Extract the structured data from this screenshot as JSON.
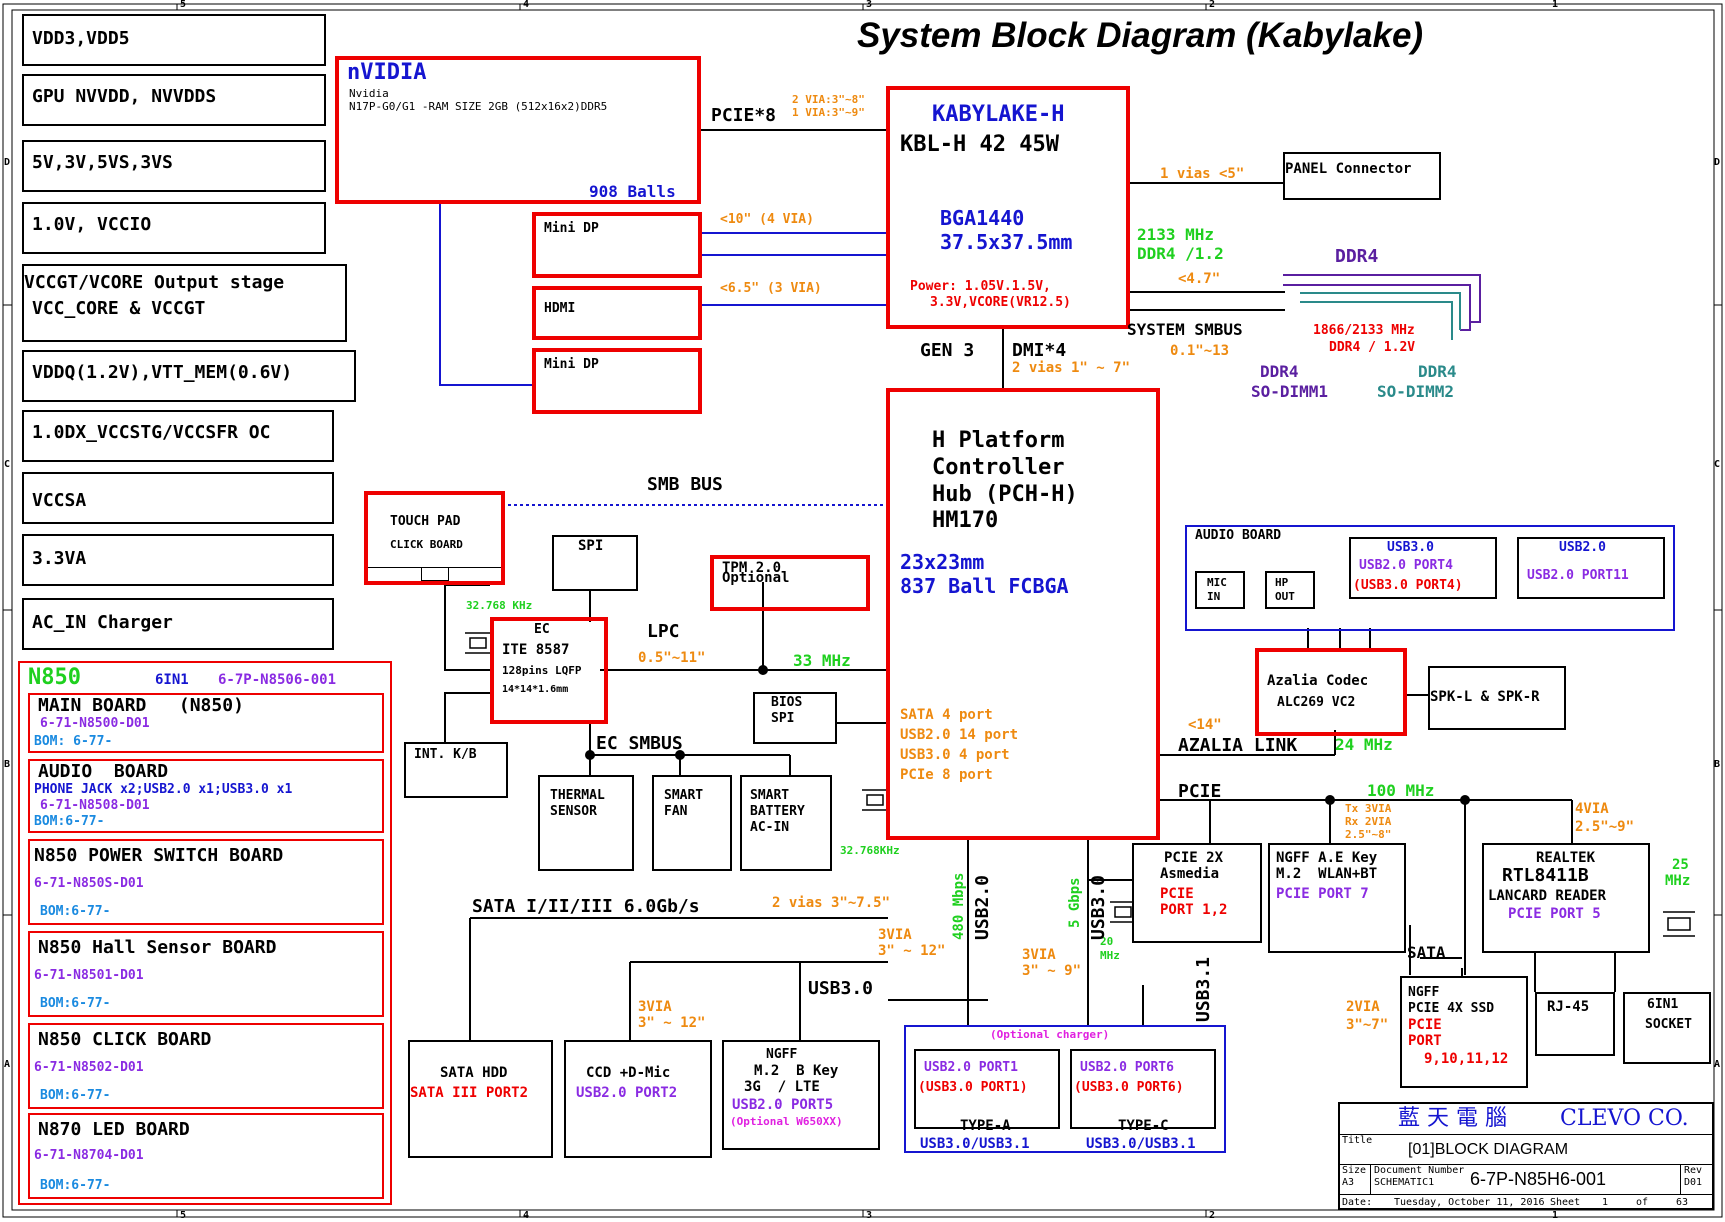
{
  "title": "System Block Diagram (Kabylake)",
  "border_ticks": {
    "top": [
      "5",
      "4",
      "3",
      "2",
      "1"
    ],
    "bottom": [
      "5",
      "4",
      "3",
      "2",
      "1"
    ],
    "left": [
      "D",
      "C",
      "B",
      "A"
    ],
    "right": [
      "D",
      "C",
      "B",
      "A"
    ]
  },
  "power_rails": [
    "VDD3,VDD5",
    "GPU NVVDD, NVVDDS",
    "5V,3V,5VS,3VS",
    "1.0V, VCCIO",
    "VCCGT/VCORE Output stage",
    "VCC_CORE & VCCGT",
    "VDDQ(1.2V),VTT_MEM(0.6V)",
    "1.0DX_VCCSTG/VCCSFR OC",
    "VCCSA",
    "3.3VA",
    "AC_IN Charger"
  ],
  "boards": {
    "model": "N850",
    "sixin1": "6IN1",
    "sixin1_part": "6-7P-N8506-001",
    "items": [
      {
        "name": "MAIN BOARD   (N850)",
        "part": "6-71-N8500-D01",
        "bom": "BOM: 6-77-"
      },
      {
        "name": "AUDIO  BOARD",
        "extra": "PHONE JACK x2;USB2.0 x1;USB3.0 x1",
        "part": "6-71-N8508-D01",
        "bom": "BOM:6-77-"
      },
      {
        "name": "N850 POWER SWITCH BOARD",
        "part": "6-71-N850S-D01",
        "bom": "BOM:6-77-"
      },
      {
        "name": "N850 Hall Sensor BOARD",
        "part": "6-71-N8501-D01",
        "bom": "BOM:6-77-"
      },
      {
        "name": "N850 CLICK BOARD",
        "part": "6-71-N8502-D01",
        "bom": "BOM:6-77-"
      },
      {
        "name": "N870 LED BOARD",
        "part": "6-71-N8704-D01",
        "bom": "BOM:6-77-"
      }
    ]
  },
  "gpu": {
    "brand": "nVIDIA",
    "vendor": "Nvidia",
    "desc": "N17P-G0/G1 -RAM SIZE 2GB (512x16x2)DDR5",
    "balls": "908 Balls"
  },
  "pcie8": {
    "label": "PCIE*8",
    "via1": "2 VIA:3\"~8\"",
    "via2": "1 VIA:3\"~9\""
  },
  "display": {
    "minidp1": "Mini DP",
    "hdmi": "HDMI",
    "minidp2": "Mini DP",
    "len1": "<10\" (4 VIA)",
    "len2": "<6.5\" (3 VIA)"
  },
  "cpu": {
    "name": "KABYLAKE-H",
    "sku": "KBL-H 42 45W",
    "pkg": "BGA1440",
    "size": "37.5x37.5mm",
    "power1": "Power: 1.05V.1.5V,",
    "power2": "3.3V,VCORE(VR12.5)"
  },
  "panel": {
    "label": "PANEL Connector",
    "via": "1 vias <5\""
  },
  "memory": {
    "freq": "2133 MHz",
    "type": "DDR4 /1.2",
    "len": "<4.7\"",
    "ddr4": "DDR4",
    "speed": "1866/2133 MHz",
    "volt": "DDR4 / 1.2V",
    "dimm1_a": "DDR4",
    "dimm1_b": "SO-DIMM1",
    "dimm2_a": "DDR4",
    "dimm2_b": "SO-DIMM2",
    "smbus": "SYSTEM SMBUS",
    "smbus_len": "0.1\"~13"
  },
  "dmi": {
    "gen": "GEN 3",
    "label": "DMI*4",
    "vias": "2 vias 1\" ~ 7\""
  },
  "pch": {
    "l1": "H Platform",
    "l2": "Controller",
    "l3": "Hub (PCH-H)",
    "l4": "HM170",
    "size": "23x23mm",
    "ball": "837 Ball FCBGA",
    "sata": "SATA 4 port",
    "usb2": "USB2.0 14 port",
    "usb3": "USB3.0 4 port",
    "pcie": "PCIe 8 port",
    "clk": "32.768KHz"
  },
  "smb_bus": "SMB BUS",
  "touchpad": {
    "l1": "TOUCH PAD",
    "l2": "CLICK BOARD"
  },
  "spi": "SPI",
  "tpm": {
    "l1": "TPM 2.0",
    "l2": "Optional"
  },
  "ec": {
    "clk": "32.768 KHz",
    "l1": "EC",
    "l2": "ITE 8587",
    "l3": "128pins LQFP",
    "l4": "14*14*1.6mm"
  },
  "lpc": {
    "label": "LPC",
    "len": "0.5\"~11\"",
    "freq": "33 MHz"
  },
  "bios": {
    "l1": "BIOS",
    "l2": "SPI"
  },
  "kb": "INT. K/B",
  "ec_smbus": "EC SMBUS",
  "thermal": {
    "l1": "THERMAL",
    "l2": "SENSOR"
  },
  "fan": {
    "l1": "SMART",
    "l2": "FAN"
  },
  "battery": {
    "l1": "SMART",
    "l2": "BATTERY",
    "l3": "AC-IN"
  },
  "audio_board": {
    "title": "AUDIO BOARD",
    "mic1": "MIC",
    "mic2": "IN",
    "hp1": "HP",
    "hp2": "OUT",
    "usb3": "USB3.0",
    "usb3_port": "USB2.0 PORT4",
    "usb3_port2": "(USB3.0 PORT4)",
    "usb2": "USB2.0",
    "usb2_port": "USB2.0 PORT11"
  },
  "codec": {
    "l1": "Azalia Codec",
    "l2": "ALC269 VC2",
    "spk": "SPK-L & SPK-R",
    "len": "<14\"",
    "link": "AZALIA LINK",
    "freq": "24 MHz"
  },
  "pcie_bus": {
    "label": "PCIE",
    "freq": "100 MHz",
    "tx": "Tx 3VIA",
    "rx": "Rx 2VIA",
    "rlen": "2.5\"~8\"",
    "via4": "4VIA",
    "len4": "2.5\"~9\""
  },
  "asmedia": {
    "l1": "PCIE 2X",
    "l2": "Asmedia",
    "l3": "PCIE",
    "l4": "PORT 1,2",
    "clk": "20",
    "clk2": "MHz"
  },
  "ngff_ae": {
    "l1": "NGFF A.E Key",
    "l2": "M.2  WLAN+BT",
    "l3": "PCIE PORT 7"
  },
  "realtek": {
    "l1": "REALTEK",
    "l2": "RTL8411B",
    "l3": "LANCARD READER",
    "l4": "PCIE PORT 5",
    "freq": "25",
    "freq2": "MHz"
  },
  "sata_lbl": "SATA",
  "ngff_ssd": {
    "l1": "NGFF",
    "l2": "PCIE 4X SSD",
    "l3": "PCIE",
    "l4": "PORT",
    "l5": "9,10,11,12",
    "via": "2VIA",
    "len": "3\"~7\""
  },
  "rj45": "RJ-45",
  "sixin1_socket": {
    "l1": "6IN1",
    "l2": "SOCKET"
  },
  "sata_bus": {
    "label": "SATA I/II/III 6.0Gb/s",
    "vias": "2 vias 3\"~7.5\""
  },
  "usb2_bus": {
    "label": "USB2.0",
    "speed": "480 Mbps",
    "via": "3VIA",
    "len": "3\" ~ 12\""
  },
  "usb3_bus": {
    "label": "USB3.0",
    "speed": "5 Gbps",
    "via": "3VIA",
    "len": "3\" ~ 9\"",
    "usb31": "USB3.1"
  },
  "hdd": {
    "l1": "SATA HDD",
    "l2": "SATA III PORT2"
  },
  "ccd": {
    "l1": "CCD +D-Mic",
    "l2": "USB2.0 PORT2",
    "via": "3VIA",
    "len": "3\" ~ 12\""
  },
  "ngff_b": {
    "usb3": "USB3.0",
    "l1": "NGFF",
    "l2": "M.2  B Key",
    "l3": "3G  / LTE",
    "l4": "USB2.0 PORT5",
    "l5": "(Optional W650XX)"
  },
  "usb_ports": {
    "optional": "(Optional charger)",
    "p1a": "USB2.0 PORT1",
    "p1b": "(USB3.0 PORT1)",
    "p1type": "TYPE-A",
    "p6a": "USB2.0 PORT6",
    "p6b": "(USB3.0 PORT6)",
    "p6type": "TYPE-C",
    "b1": "USB3.0/USB3.1",
    "b2": "USB3.0/USB3.1"
  },
  "title_block": {
    "company_cn": "藍 天 電 腦",
    "company": "CLEVO CO.",
    "title_lbl": "Title",
    "title": "[01]BLOCK DIAGRAM",
    "size_lbl": "Size",
    "size": "A3",
    "doc_lbl": "Document Number",
    "doc_sub": "SCHEMATIC1",
    "doc": "6-7P-N85H6-001",
    "rev_lbl": "Rev",
    "rev": "D01",
    "date_lbl": "Date:",
    "date": "Tuesday, October 11, 2016",
    "sheet_lbl": "Sheet",
    "sheet": "1",
    "of": "of",
    "total": "63"
  }
}
